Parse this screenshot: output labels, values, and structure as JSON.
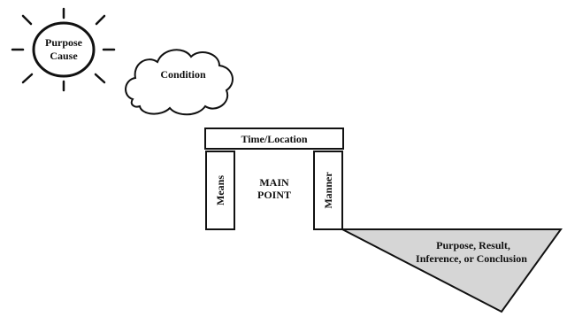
{
  "sun": {
    "line1": "Purpose",
    "line2": "Cause"
  },
  "cloud": {
    "label": "Condition"
  },
  "structure": {
    "lintel_label": "Time/Location",
    "left_pillar_label": "Means",
    "right_pillar_label": "Manner",
    "center_line1": "MAIN",
    "center_line2": "POINT"
  },
  "wedge": {
    "line1": "Purpose, Result,",
    "line2": "Inference, or Conclusion",
    "fill_color": "#d6d6d6"
  }
}
